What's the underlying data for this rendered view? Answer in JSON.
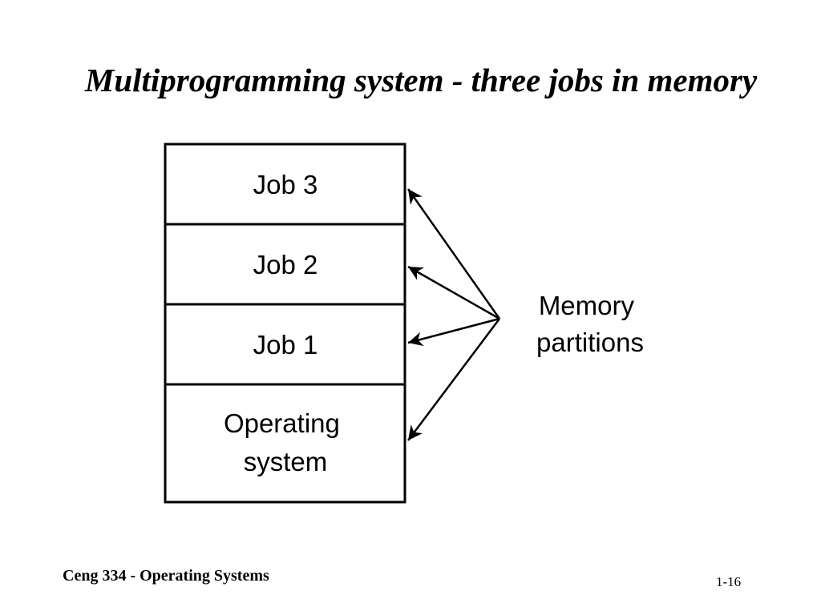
{
  "slide": {
    "title": "Multiprogramming system - three jobs in memory"
  },
  "diagram": {
    "partitions": [
      {
        "label_lines": [
          "Job 3"
        ]
      },
      {
        "label_lines": [
          "Job 2"
        ]
      },
      {
        "label_lines": [
          "Job 1"
        ]
      },
      {
        "label_lines": [
          "Operating",
          "system"
        ]
      }
    ],
    "callout_lines": [
      "Memory",
      "partitions"
    ],
    "arrow_count": 4
  },
  "footer": {
    "course": "Ceng 334 - Operating Systems",
    "page_number": "1-16"
  }
}
